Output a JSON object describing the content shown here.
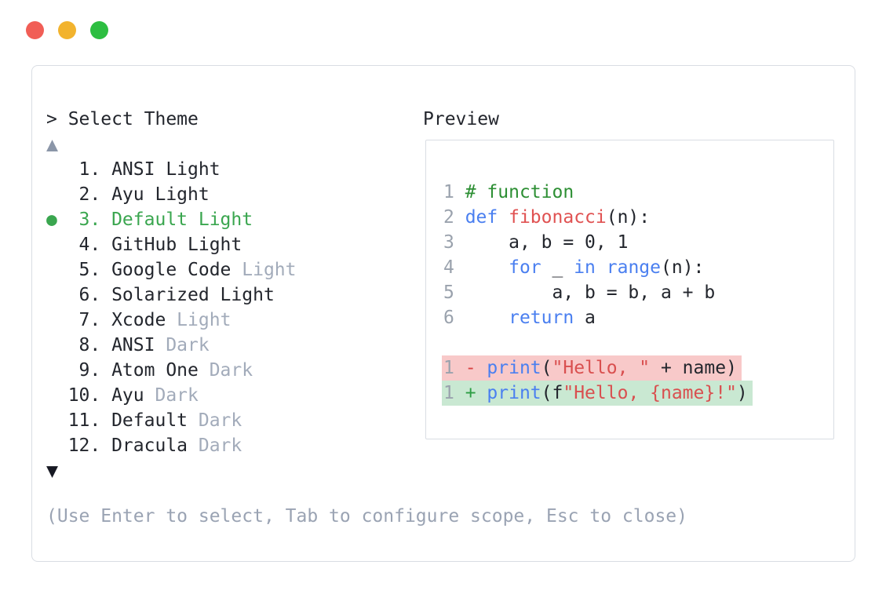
{
  "window": {
    "controls": [
      {
        "name": "close",
        "color": "#f15e56"
      },
      {
        "name": "minimize",
        "color": "#f2b32e"
      },
      {
        "name": "zoom",
        "color": "#2dbe41"
      }
    ]
  },
  "selector": {
    "prompt_symbol": "> ",
    "title": "Select Theme",
    "scroll_up_symbol": "▲",
    "scroll_down_symbol": "▼",
    "selected_marker": "●",
    "items": [
      {
        "number": "1.",
        "name": "ANSI",
        "variant": "Light",
        "variant_muted": false,
        "selected": false
      },
      {
        "number": "2.",
        "name": "Ayu",
        "variant": "Light",
        "variant_muted": false,
        "selected": false
      },
      {
        "number": "3.",
        "name": "Default",
        "variant": "Light",
        "variant_muted": false,
        "selected": true
      },
      {
        "number": "4.",
        "name": "GitHub",
        "variant": "Light",
        "variant_muted": false,
        "selected": false
      },
      {
        "number": "5.",
        "name": "Google Code",
        "variant": "Light",
        "variant_muted": true,
        "selected": false
      },
      {
        "number": "6.",
        "name": "Solarized",
        "variant": "Light",
        "variant_muted": false,
        "selected": false
      },
      {
        "number": "7.",
        "name": "Xcode",
        "variant": "Light",
        "variant_muted": true,
        "selected": false
      },
      {
        "number": "8.",
        "name": "ANSI",
        "variant": "Dark",
        "variant_muted": true,
        "selected": false
      },
      {
        "number": "9.",
        "name": "Atom One",
        "variant": "Dark",
        "variant_muted": true,
        "selected": false
      },
      {
        "number": "10.",
        "name": "Ayu",
        "variant": "Dark",
        "variant_muted": true,
        "selected": false
      },
      {
        "number": "11.",
        "name": "Default",
        "variant": "Dark",
        "variant_muted": true,
        "selected": false
      },
      {
        "number": "12.",
        "name": "Dracula",
        "variant": "Dark",
        "variant_muted": true,
        "selected": false
      }
    ],
    "help_text": "(Use Enter to select, Tab to configure scope, Esc to close)"
  },
  "preview": {
    "title": "Preview",
    "lines": [
      {
        "tokens": [
          [
            "1 ",
            "linenum"
          ],
          [
            "# function",
            "comment"
          ]
        ]
      },
      {
        "tokens": [
          [
            "2 ",
            "linenum"
          ],
          [
            "def",
            "keyword"
          ],
          [
            " ",
            "plain"
          ],
          [
            "fibonacci",
            "funcname"
          ],
          [
            "(n):",
            "plain"
          ]
        ]
      },
      {
        "tokens": [
          [
            "3 ",
            "linenum"
          ],
          [
            "    a, b = 0, 1",
            "plain"
          ]
        ]
      },
      {
        "tokens": [
          [
            "4 ",
            "linenum"
          ],
          [
            "    ",
            "plain"
          ],
          [
            "for",
            "keyword"
          ],
          [
            " _ ",
            "plain"
          ],
          [
            "in",
            "keyword"
          ],
          [
            " ",
            "plain"
          ],
          [
            "range",
            "keyword"
          ],
          [
            "(n):",
            "plain"
          ]
        ]
      },
      {
        "tokens": [
          [
            "5 ",
            "linenum"
          ],
          [
            "        a, b = b, a + b",
            "plain"
          ]
        ]
      },
      {
        "tokens": [
          [
            "6 ",
            "linenum"
          ],
          [
            "    ",
            "plain"
          ],
          [
            "return",
            "keyword"
          ],
          [
            " a",
            "plain"
          ]
        ]
      },
      {
        "tokens": []
      },
      {
        "highlight": "removed",
        "tokens": [
          [
            "1 ",
            "linenum"
          ],
          [
            "- ",
            "del"
          ],
          [
            "print",
            "keyword"
          ],
          [
            "(",
            "plain"
          ],
          [
            "\"Hello, \"",
            "string"
          ],
          [
            " + name)",
            "plain"
          ]
        ]
      },
      {
        "highlight": "added",
        "tokens": [
          [
            "1 ",
            "linenum"
          ],
          [
            "+ ",
            "add"
          ],
          [
            "print",
            "keyword"
          ],
          [
            "(f",
            "plain"
          ],
          [
            "\"Hello, {name}!\"",
            "string"
          ],
          [
            ")",
            "plain"
          ]
        ]
      }
    ]
  },
  "colors": {
    "accent_green": "#3aa64f",
    "muted": "#a2abba",
    "text_dark": "#23262d",
    "help": "#9aa3b3",
    "linenum": "#9aa2ad",
    "comment": "#2d8f34",
    "keyword": "#4a7ff0",
    "funcname": "#e05252",
    "string": "#d94f4f",
    "diff_del": "#d84444",
    "diff_add": "#2d9e44",
    "removed_bg": "#f8c9c9",
    "added_bg": "#c9e8d2",
    "border": "#d9dde3",
    "arrow_up": "#8b96a8",
    "arrow_down": "#171923"
  }
}
